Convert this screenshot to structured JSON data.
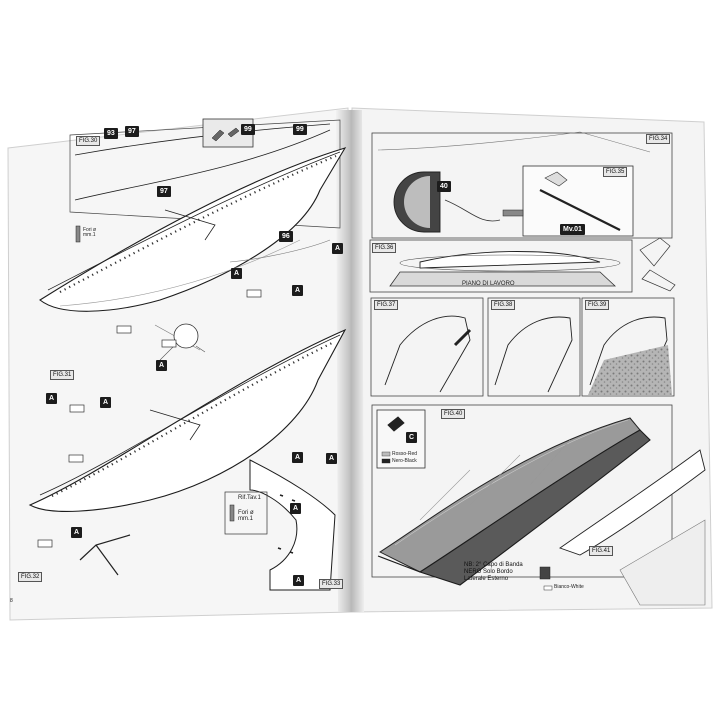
{
  "left_page": {
    "figures": {
      "fig30": "FIG.30",
      "fig31": "FIG.31",
      "fig32": "FIG.32",
      "fig33": "FIG.33"
    },
    "part_numbers": {
      "p93": "93",
      "p97a": "97",
      "p97b": "97",
      "p99a": "99",
      "p99b": "99",
      "p96": "96"
    },
    "part_letters": {
      "a1": "A",
      "a2": "A",
      "a3": "A",
      "a4": "A",
      "a5": "A",
      "a6": "A",
      "a7": "A",
      "a8": "A",
      "a9": "A",
      "a10": "A",
      "a11": "A"
    },
    "drill_note_1": "Fori ø mm.1",
    "ref_note": "Rif.Tav.1",
    "drill_note_2": "Fori ø mm.1",
    "page_number": "8"
  },
  "right_page": {
    "figures": {
      "fig34": "FIG.34",
      "fig35": "FIG.35",
      "fig36": "FIG.36",
      "fig37": "FIG.37",
      "fig38": "FIG.38",
      "fig39": "FIG.39",
      "fig40": "FIG.40",
      "fig41": "FIG.41"
    },
    "part_40": "40",
    "part_mv01": "Mv.01",
    "work_plane": "PIANO DI LAVORO",
    "letter_c": "C",
    "legend_red": "Rosso-Red",
    "legend_black": "Nero-Black",
    "note_lines": [
      "NB: 2° Capo di Banda",
      "NERO Solo Bordo",
      "Laterale Esterno"
    ],
    "white_label": "Bianco-White"
  },
  "colors": {
    "paper": "#f4f4f4",
    "ink": "#1c1c1c",
    "hull_dark": "#555555",
    "spine_shadow": "#bdbdbd",
    "background": "#ffffff"
  }
}
